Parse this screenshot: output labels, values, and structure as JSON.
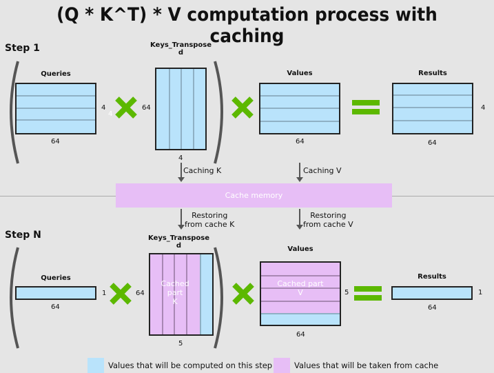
{
  "title": "(Q * K^T) * V computation process with caching",
  "colors": {
    "computed": "#b9e3fb",
    "cached": "#e7bef6",
    "operator": "#5cb800",
    "bracket": "#555555"
  },
  "step1": {
    "label": "Step 1",
    "queries": {
      "label": "Queries",
      "rows_dim": "4",
      "cols_dim": "64",
      "stray_dim": "4"
    },
    "keys_t": {
      "label": "Keys_Transpose\nd",
      "label_line1": "Keys_Transpose",
      "label_line2": "d",
      "rows_dim": "64",
      "cols_dim": "4"
    },
    "values": {
      "label": "Values",
      "cols_dim": "64"
    },
    "results": {
      "label": "Results",
      "rows_dim": "4",
      "cols_dim": "64"
    }
  },
  "cache": {
    "label": "Cache memory",
    "caching_k": "Caching K",
    "caching_v": "Caching V",
    "restore_k_line1": "Restoring",
    "restore_k_line2": "from cache K",
    "restore_v_line1": "Restoring",
    "restore_v_line2": "from cache V"
  },
  "stepN": {
    "label": "Step N",
    "queries": {
      "label": "Queries",
      "rows_dim": "1",
      "cols_dim": "64"
    },
    "keys_t": {
      "label_line1": "Keys_Transpose",
      "label_line2": "d",
      "rows_dim": "64",
      "cols_dim": "5",
      "cached_line1": "Cached",
      "cached_line2": "part",
      "cached_line3": "K"
    },
    "values": {
      "label": "Values",
      "rows_dim": "5",
      "cols_dim": "64",
      "cached_line1": "Cached part",
      "cached_line2": "V"
    },
    "results": {
      "label": "Results",
      "rows_dim": "1",
      "cols_dim": "64"
    }
  },
  "legend": [
    {
      "label": "Values that will be computed on this step",
      "color": "#b9e3fb"
    },
    {
      "label": "Values that will be taken from cache",
      "color": "#e7bef6"
    }
  ]
}
